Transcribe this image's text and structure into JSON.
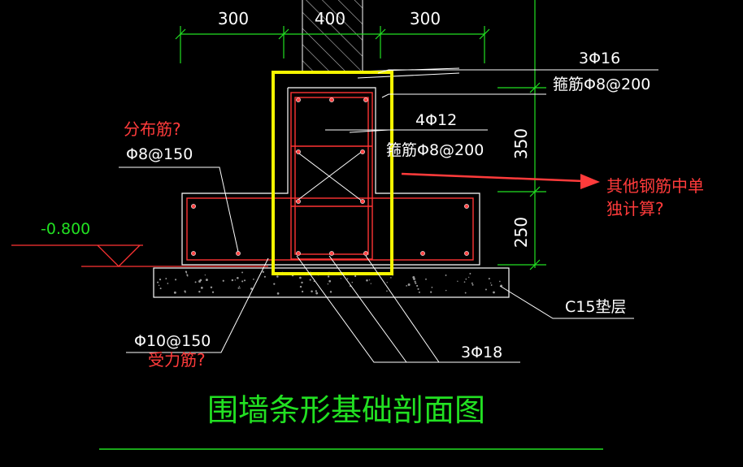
{
  "dimensions": {
    "top_left": "300",
    "top_middle": "400",
    "top_right": "300",
    "side_upper": "350",
    "side_lower": "250"
  },
  "labels": {
    "top_bars": "3Φ16",
    "top_stirrup": "箍筋Φ8@200",
    "middle_bars": "4Φ12",
    "middle_stirrup": "箍筋Φ8@200",
    "distribution_bars": "Φ8@150",
    "main_bars": "Φ10@150",
    "bottom_bars": "3Φ18",
    "cushion": "C15垫层",
    "elevation": "-0.800"
  },
  "annotations": {
    "distribution_question": "分布筋?",
    "main_bar_question": "受力筋?",
    "other_rebar_line1": "其他钢筋中单",
    "other_rebar_line2": "独计算?"
  },
  "title": "围墙条形基础剖面图",
  "colors": {
    "background": "#000000",
    "dimension": "#22e022",
    "rebar": "#ff3333",
    "highlight": "#f5f500",
    "annotation": "#ff3b3b",
    "outline": "#ffffff"
  }
}
